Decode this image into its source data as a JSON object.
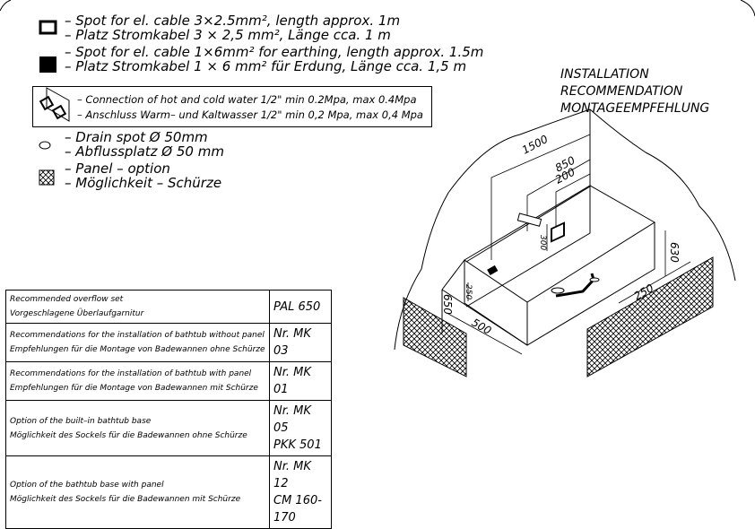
{
  "legend": [
    {
      "icon": "el-cable-square-icon",
      "en": "– Spot for el. cable 3×2.5mm², length approx. 1m",
      "de": "– Platz Stromkabel 3 × 2,5 mm², Länge cca. 1 m"
    },
    {
      "icon": "earthing-square-icon",
      "en": "– Spot for el. cable 1×6mm² for earthing, length approx. 1.5m",
      "de": "– Platz Stromkabel 1 × 6 mm² für Erdung, Länge cca. 1,5 m"
    },
    {
      "icon": "water-connection-icon",
      "en": "– Connection of hot and cold water 1/2\" min 0.2Mpa, max 0.4Mpa",
      "de": "– Anschluss Warm– und Kaltwasser 1/2\" min 0,2 Mpa, max 0,4 Mpa"
    },
    {
      "icon": "drain-icon",
      "en": "– Drain spot Ø 50mm",
      "de": "– Abflussplatz Ø 50 mm"
    },
    {
      "icon": "panel-hatch-icon",
      "en": "– Panel – option",
      "de": "– Möglichkeit – Schürze"
    }
  ],
  "title": {
    "en": "INSTALLATION RECOMMENDATION",
    "de": "MONTAGEEMPFEHLUNG"
  },
  "dimensions": {
    "d1500": "1500",
    "d850": "850",
    "d200": "200",
    "d300": "300",
    "d630": "630",
    "d250a": "250",
    "d250b": "250",
    "d650": "650",
    "d500": "500"
  },
  "table": [
    {
      "en": "Recommended overflow set",
      "de": "Vorgeschlagene Überlaufgarnitur",
      "code1": "PAL 650",
      "code2": ""
    },
    {
      "en": "Recommendations for the installation of bathtub without panel",
      "de": "Empfehlungen für die Montage von Badewannen ohne Schürze",
      "code1": "Nr. MK 03",
      "code2": ""
    },
    {
      "en": "Recommendations for the installation of bathtub with panel",
      "de": "Empfehlungen für die Montage von Badewannen mit Schürze",
      "code1": "Nr. MK 01",
      "code2": ""
    },
    {
      "en": "Option of the built–in bathtub base",
      "de": "Möglichkeit des Sockels für die Badewannen ohne Schürze",
      "code1": "Nr. MK 05",
      "code2": "PKK 501"
    },
    {
      "en": "Option of the bathtub base with panel",
      "de": "Möglichkeit des Sockels für die Badewannen mit Schürze",
      "code1": "Nr. MK 12",
      "code2": "CM 160-170"
    }
  ]
}
